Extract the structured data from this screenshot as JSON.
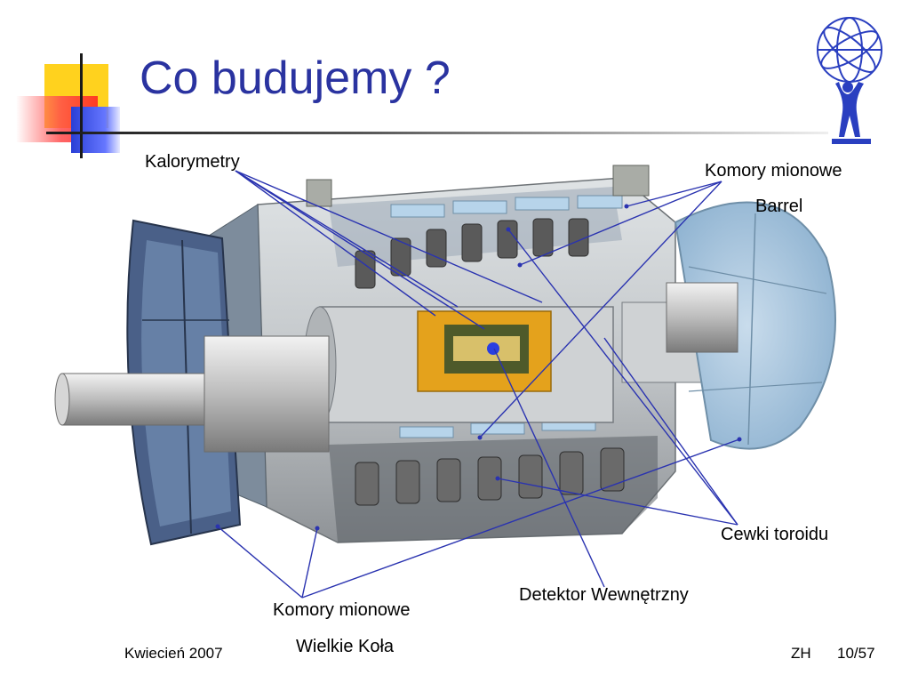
{
  "slide": {
    "title": "Co budujemy ?"
  },
  "labels": {
    "kalorymetry": "Kalorymetry",
    "komory_barrel_1": "Komory mionowe",
    "komory_barrel_2": "Barrel",
    "cewki": "Cewki toroidu",
    "detektor": "Detektor Wewnętrzny",
    "komory_kola_1": "Komory mionowe",
    "komory_kola_2": "Wielkie Koła"
  },
  "footer": {
    "date": "Kwiecień 2007",
    "author": "ZH",
    "page": "10/57"
  },
  "colors": {
    "title": "#2a33a0",
    "pointer_lines": "#2a33b0",
    "wheel_dark": "#4a6088",
    "wheel_light": "#a7c7e0",
    "barrel_gray": "#bfc3c6",
    "calorimeter_gold": "#e4a21c"
  },
  "icons": {
    "logo": "atlas-logo-icon"
  }
}
